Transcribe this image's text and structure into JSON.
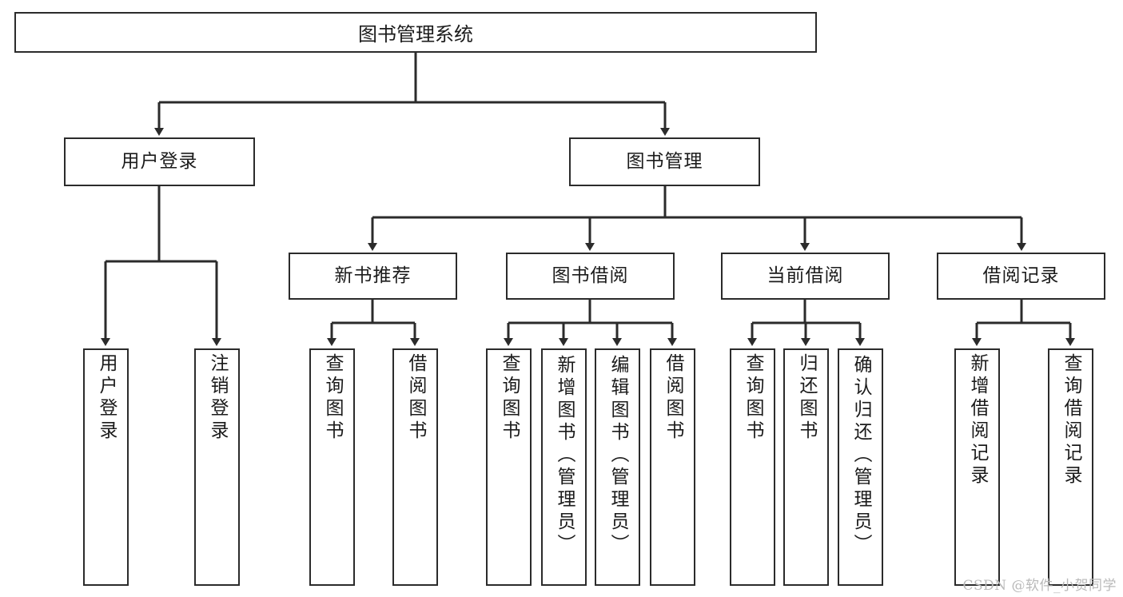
{
  "diagram": {
    "title": "图书管理系统",
    "type": "tree-hierarchy",
    "watermark": "CSDN @软件_小贺同学",
    "colors": {
      "line": "#2b2b2b",
      "box_fill": "#ffffff",
      "text": "#1b1b1b",
      "watermark": "#b9b9b9"
    },
    "root": {
      "label": "图书管理系统"
    },
    "level1": [
      {
        "label": "用户登录"
      },
      {
        "label": "图书管理"
      }
    ],
    "level2": [
      {
        "label": "新书推荐"
      },
      {
        "label": "图书借阅"
      },
      {
        "label": "当前借阅"
      },
      {
        "label": "借阅记录"
      }
    ],
    "leaves": {
      "user_login": [
        {
          "label": "用户登录"
        },
        {
          "label": "注销登录"
        }
      ],
      "new_book_recommend": [
        {
          "label": "查询图书"
        },
        {
          "label": "借阅图书"
        }
      ],
      "book_borrow": [
        {
          "label": "查询图书"
        },
        {
          "label": "新增图书（管理员）"
        },
        {
          "label": "编辑图书（管理员）"
        },
        {
          "label": "借阅图书"
        }
      ],
      "current_borrow": [
        {
          "label": "查询图书"
        },
        {
          "label": "归还图书"
        },
        {
          "label": "确认归还（管理员）"
        }
      ],
      "borrow_record": [
        {
          "label": "新增借阅记录"
        },
        {
          "label": "查询借阅记录"
        }
      ]
    }
  }
}
